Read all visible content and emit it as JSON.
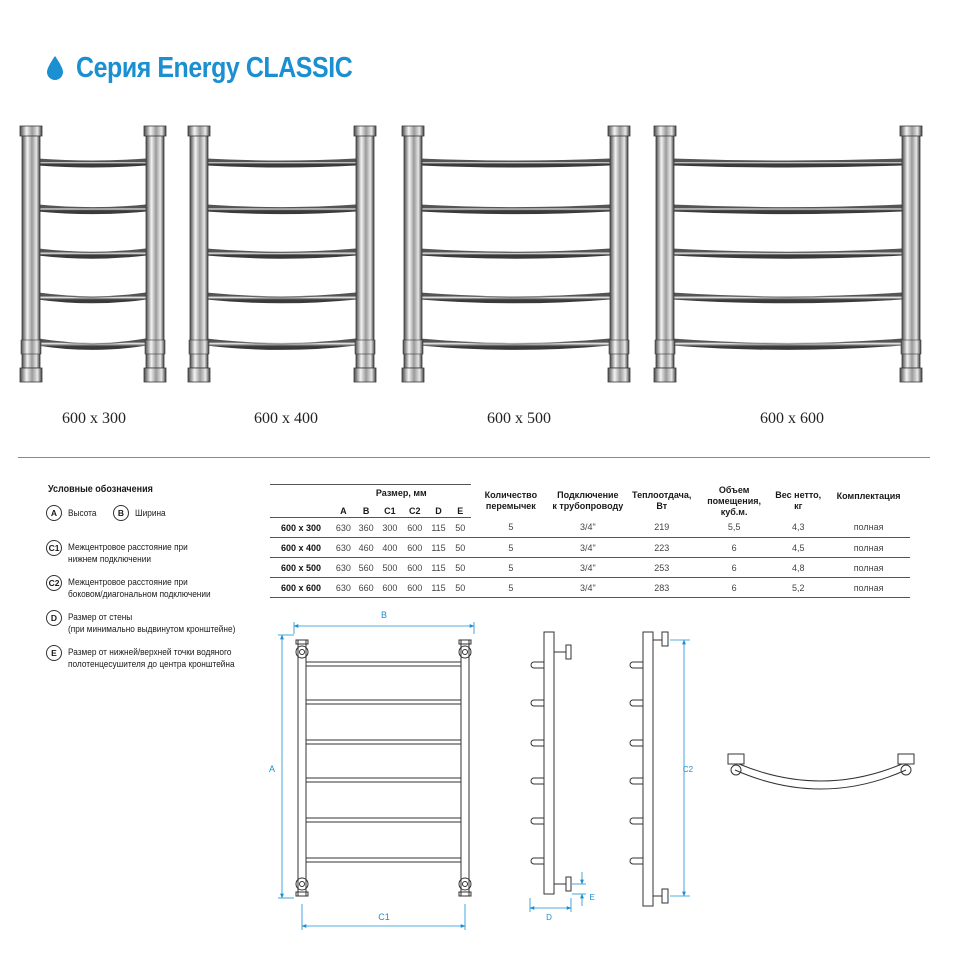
{
  "header": {
    "title": "Серия Energy CLASSIC",
    "accent": "#1a8fd1"
  },
  "products": [
    {
      "label": "600 x 300"
    },
    {
      "label": "600 x 400"
    },
    {
      "label": "600 x 500"
    },
    {
      "label": "600 x 600"
    }
  ],
  "legend": {
    "title": "Условные обозначения",
    "A": {
      "symbol": "A",
      "text": "Высота"
    },
    "B": {
      "symbol": "B",
      "text": "Ширина"
    },
    "C1": {
      "symbol": "C1",
      "line1": "Межцентровое расстояние при",
      "line2": "нижнем подключении"
    },
    "C2": {
      "symbol": "C2",
      "line1": "Межцентровое расстояние при",
      "line2": "боковом/диагональном подключении"
    },
    "D": {
      "symbol": "D",
      "line1": "Размер от стены",
      "line2": "(при минимально выдвинутом кронштейне)"
    },
    "E": {
      "symbol": "E",
      "line1": "Размер от нижней/верхней точки водяного",
      "line2": "полотенцесушителя до центра кронштейна"
    }
  },
  "table": {
    "size_header": "Размер, мм",
    "headers": {
      "count": [
        "Количество",
        "перемычек"
      ],
      "connection": [
        "Подключение",
        "к трубопроводу"
      ],
      "heat": [
        "Теплоотдача,",
        "Вт"
      ],
      "volume": [
        "Объем",
        "помещения,",
        "куб.м."
      ],
      "weight": [
        "Вес нетто,",
        "кг"
      ],
      "kit": [
        "Комплектация"
      ]
    },
    "sub_headers": [
      "A",
      "B",
      "C1",
      "C2",
      "D",
      "E"
    ],
    "rows": [
      {
        "model": "600 x 300",
        "A": "630",
        "B": "360",
        "C1": "300",
        "C2": "600",
        "D": "115",
        "E": "50",
        "count": "5",
        "connection": "3/4\"",
        "heat": "219",
        "volume": "5,5",
        "weight": "4,3",
        "kit": "полная"
      },
      {
        "model": "600 x 400",
        "A": "630",
        "B": "460",
        "C1": "400",
        "C2": "600",
        "D": "115",
        "E": "50",
        "count": "5",
        "connection": "3/4\"",
        "heat": "223",
        "volume": "6",
        "weight": "4,5",
        "kit": "полная"
      },
      {
        "model": "600 x 500",
        "A": "630",
        "B": "560",
        "C1": "500",
        "C2": "600",
        "D": "115",
        "E": "50",
        "count": "5",
        "connection": "3/4\"",
        "heat": "253",
        "volume": "6",
        "weight": "4,8",
        "kit": "полная"
      },
      {
        "model": "600 x 600",
        "A": "630",
        "B": "660",
        "C1": "600",
        "C2": "600",
        "D": "115",
        "E": "50",
        "count": "5",
        "connection": "3/4\"",
        "heat": "283",
        "volume": "6",
        "weight": "5,2",
        "kit": "полная"
      }
    ]
  },
  "drawing_labels": {
    "A": "A",
    "B": "B",
    "C1": "C1",
    "C2": "C2",
    "D": "D",
    "E": "E"
  },
  "colors": {
    "dimension": "#1a8fd1",
    "line": "#333333",
    "metal_dark": "#5a5a5a",
    "metal_light": "#f2f2f2"
  }
}
